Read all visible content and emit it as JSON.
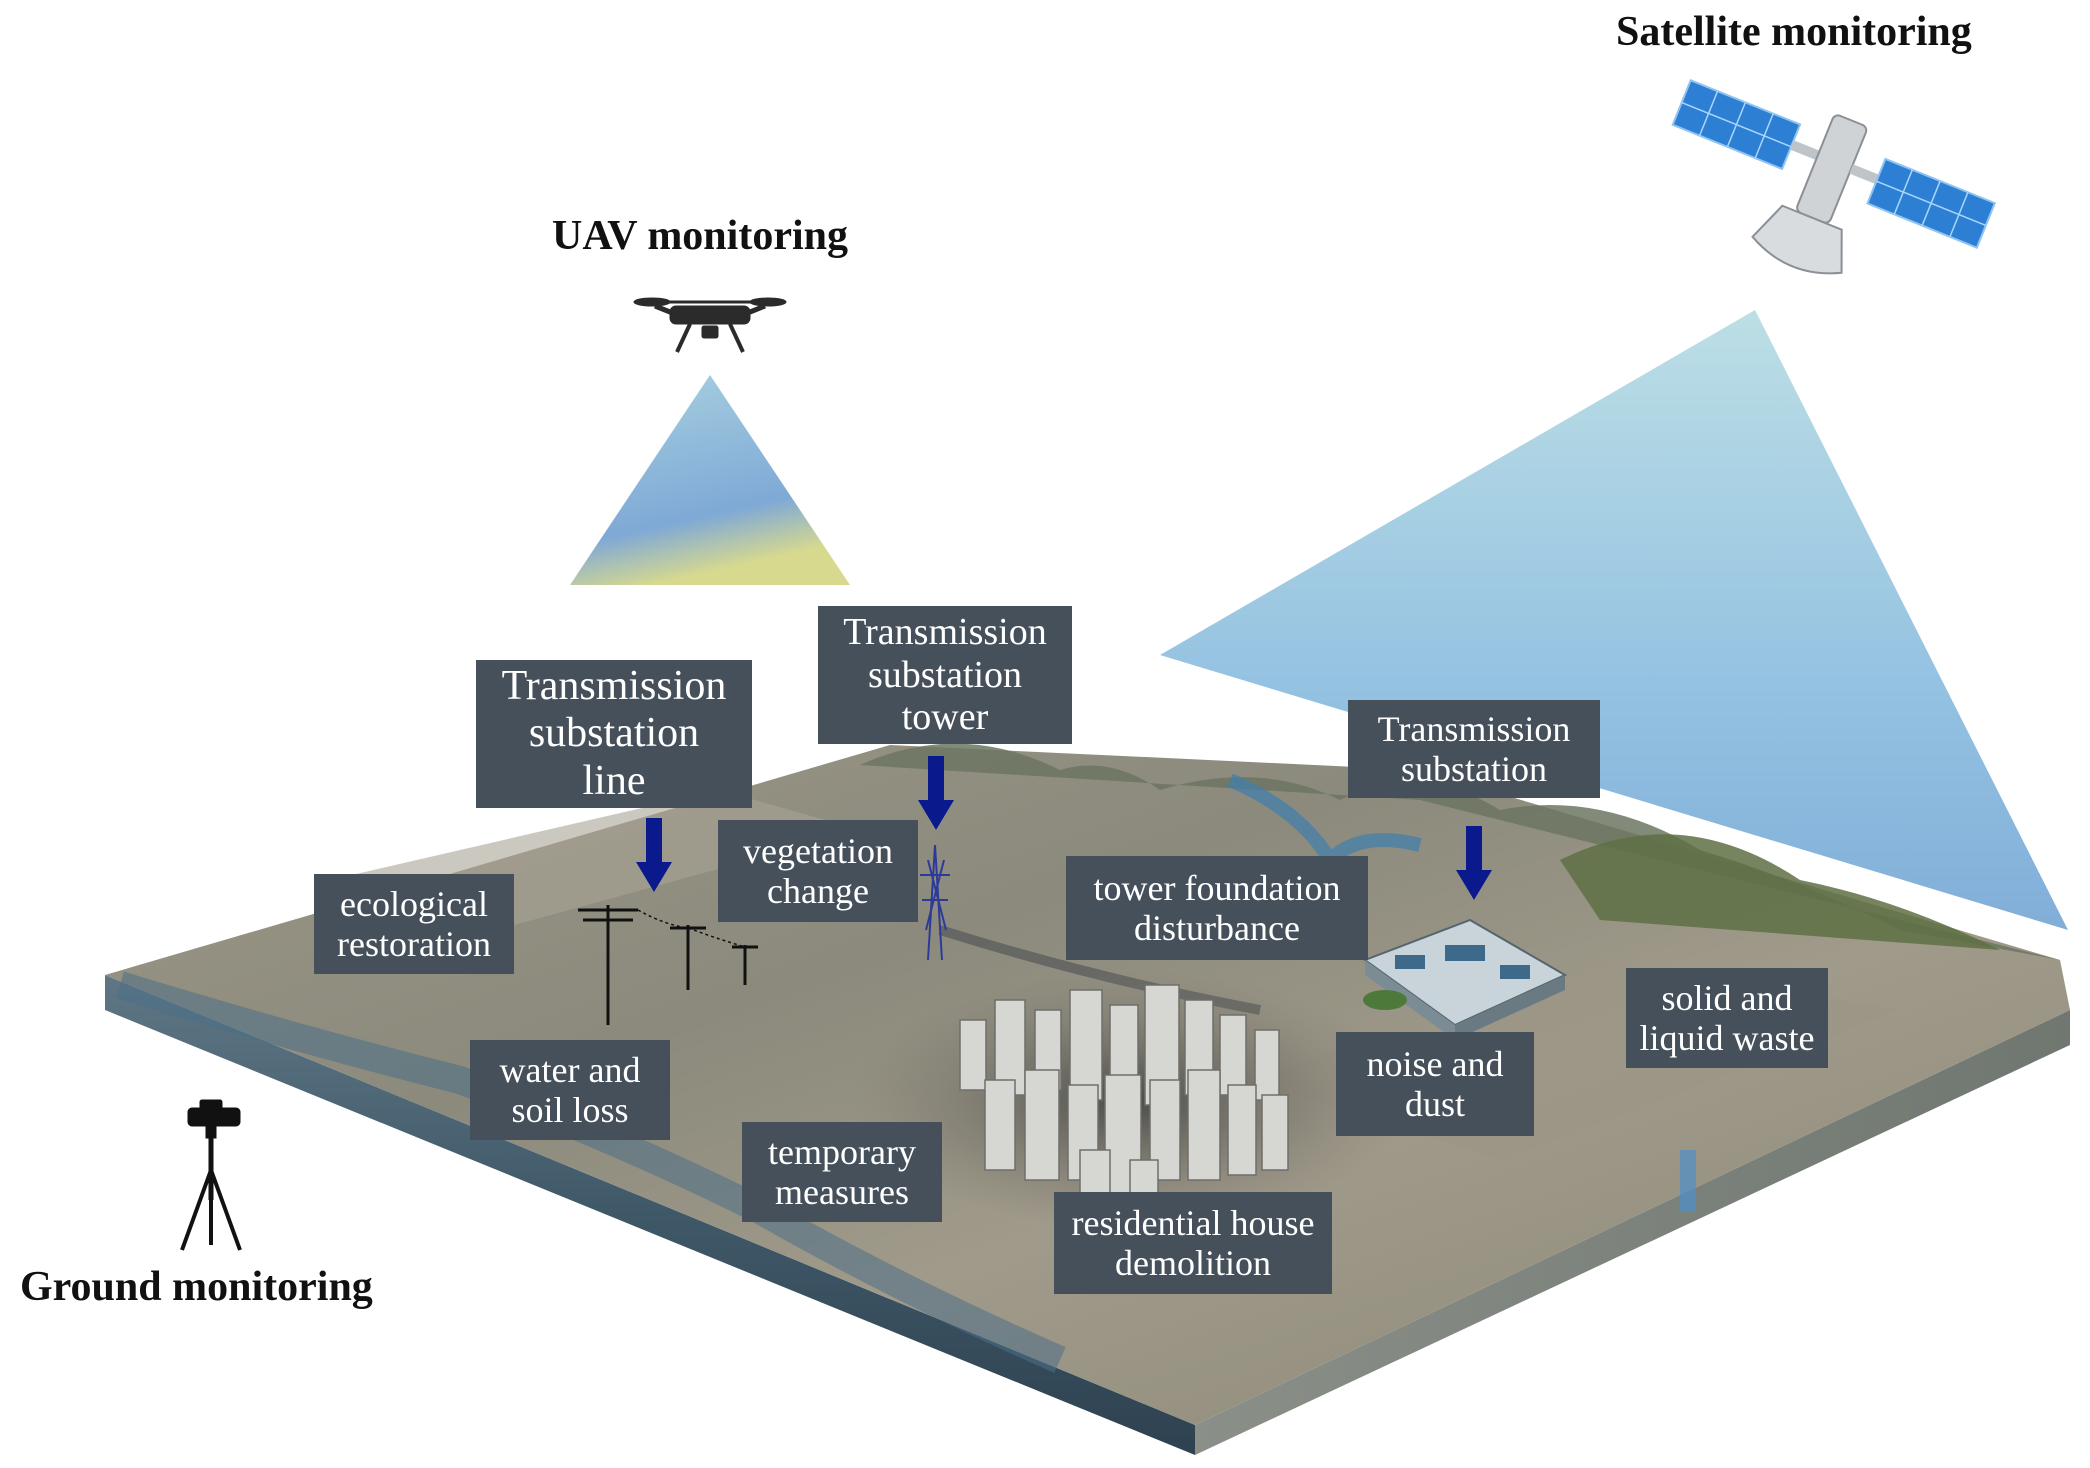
{
  "headings": {
    "satellite": "Satellite monitoring",
    "uav": "UAV monitoring",
    "ground": "Ground monitoring"
  },
  "labels": {
    "tx_line": [
      "Transmission",
      "substation",
      "line"
    ],
    "tx_tower": [
      "Transmission",
      "substation",
      "tower"
    ],
    "tx_substation": [
      "Transmission",
      "substation"
    ],
    "vegetation": [
      "vegetation",
      "change"
    ],
    "ecological": [
      "ecological",
      "restoration"
    ],
    "tower_foundation": [
      "tower foundation",
      "disturbance"
    ],
    "solid_liquid": [
      "solid and",
      "liquid waste"
    ],
    "water_soil": [
      "water and",
      "soil loss"
    ],
    "noise_dust": [
      "noise and",
      "dust"
    ],
    "temporary": [
      "temporary",
      "measures"
    ],
    "residential": [
      "residential house",
      "demolition"
    ]
  },
  "icons": {
    "satellite": "satellite-icon",
    "uav": "drone-icon",
    "ground": "tripod-scanner-icon",
    "arrow": "arrow-down-icon"
  },
  "colors": {
    "label_box": "#46505b",
    "arrow": "#0a1a8c",
    "beam_top": "#a9d2e0",
    "beam_bottom": "#7aaad6",
    "heading": "#111111"
  }
}
